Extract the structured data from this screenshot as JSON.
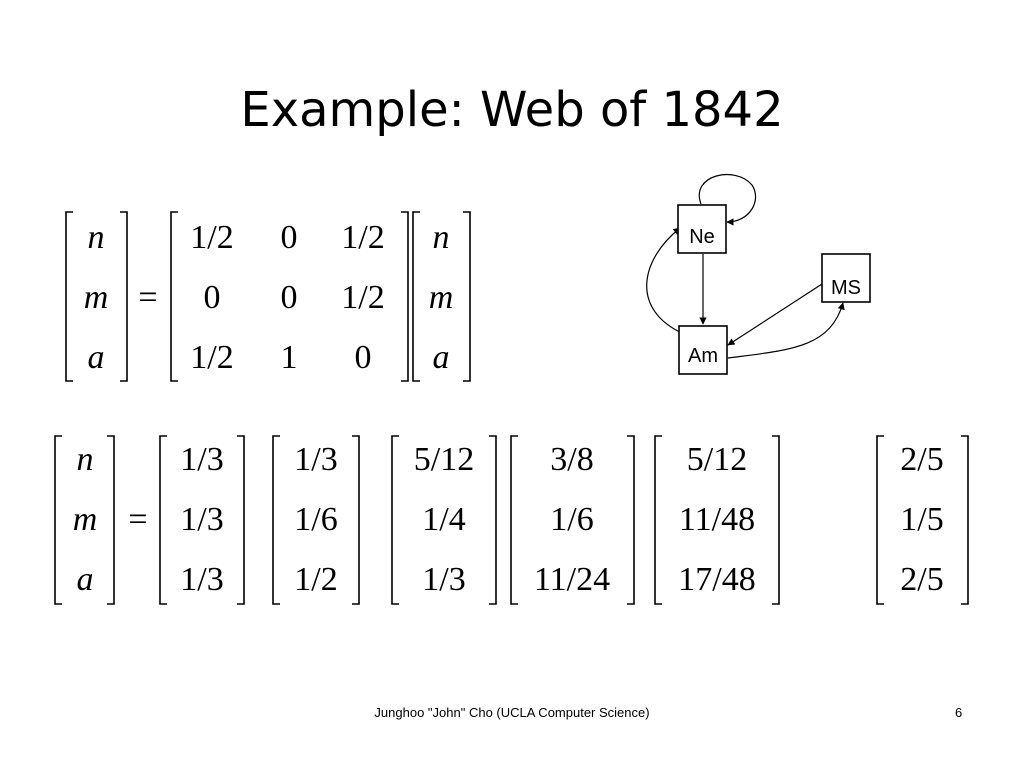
{
  "slide": {
    "title": "Example: Web of 1842",
    "footer": "Junghoo \"John\" Cho (UCLA Computer Science)",
    "page_number": "6"
  },
  "equation1": {
    "lhs": [
      "n",
      "m",
      "a"
    ],
    "equals": "=",
    "matrix": [
      [
        "1/2",
        "0",
        "1/2"
      ],
      [
        "0",
        "0",
        "1/2"
      ],
      [
        "1/2",
        "1",
        "0"
      ]
    ],
    "rhs": [
      "n",
      "m",
      "a"
    ]
  },
  "equation2": {
    "lhs": [
      "n",
      "m",
      "a"
    ],
    "equals": "=",
    "iterations": [
      [
        "1/3",
        "1/3",
        "1/3"
      ],
      [
        "1/3",
        "1/6",
        "1/2"
      ],
      [
        "5/12",
        "1/4",
        "1/3"
      ],
      [
        "3/8",
        "1/6",
        "11/24"
      ],
      [
        "5/12",
        "11/48",
        "17/48"
      ],
      [
        "2/5",
        "1/5",
        "2/5"
      ]
    ]
  },
  "graph": {
    "nodes": [
      "Ne",
      "MS",
      "Am"
    ]
  }
}
